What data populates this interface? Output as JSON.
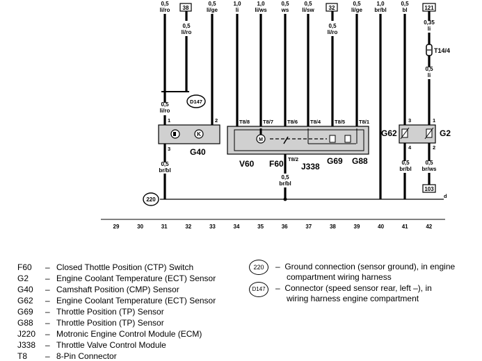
{
  "wires_top": [
    {
      "gauge": "0,5",
      "color": "li/ro"
    },
    {
      "gauge": "0,5",
      "color": "li/ge"
    },
    {
      "gauge": "1,0",
      "color": "li"
    },
    {
      "gauge": "1,0",
      "color": "li/ws"
    },
    {
      "gauge": "0,5",
      "color": "ws"
    },
    {
      "gauge": "0,5",
      "color": "li/sw"
    },
    {
      "gauge": "0,5",
      "color": "li/ge"
    },
    {
      "gauge": "1,0",
      "color": "br/bl"
    },
    {
      "gauge": "0,5",
      "color": "bl"
    }
  ],
  "ref_boxes": {
    "b38": "38",
    "b32": "32",
    "b121": "121",
    "b103": "103"
  },
  "wire_38": {
    "gauge": "0,5",
    "color": "li/ro"
  },
  "wire_32": {
    "gauge": "0,5",
    "color": "li/ro"
  },
  "wire_121": {
    "gauge": "0,35",
    "color": "li"
  },
  "wire_42_mid": {
    "gauge": "0,5",
    "color": "li"
  },
  "connector_t14": "T14/4",
  "wire_31_mid": {
    "gauge": "0,5",
    "color": "li/ro"
  },
  "wire_31_bot": {
    "gauge": "0,5",
    "color": "br/bl"
  },
  "wire_36_bot": {
    "gauge": "0,5",
    "color": "br/bl"
  },
  "wire_41_bot": {
    "gauge": "0,5",
    "color": "br/bl"
  },
  "wire_42_bot": {
    "gauge": "0,5",
    "color": "br/ws"
  },
  "d147_label": "D147",
  "c220_label": "220",
  "bus_label": "d",
  "pins": {
    "g40_1": "1",
    "g40_2": "2",
    "g40_3": "3",
    "t88": "T8/8",
    "t87": "T8/7",
    "t86": "T8/6",
    "t84": "T8/4",
    "t85": "T8/5",
    "t81": "T8/1",
    "t82": "T8/2",
    "g62_3": "3",
    "g62_4": "4",
    "g2_1": "1",
    "g2_2": "2"
  },
  "components": {
    "g40": "G40",
    "v60": "V60",
    "f60": "F60",
    "j338": "J338",
    "g69": "G69",
    "g88": "G88",
    "g62": "G62",
    "g2": "G2"
  },
  "column_numbers": [
    "29",
    "30",
    "31",
    "32",
    "33",
    "34",
    "35",
    "36",
    "37",
    "38",
    "39",
    "40",
    "41",
    "42"
  ],
  "legend_left": [
    {
      "code": "F60",
      "desc": "Closed Thottle Position (CTP) Switch"
    },
    {
      "code": "G2",
      "desc": "Engine Coolant Temperature (ECT) Sensor"
    },
    {
      "code": "G40",
      "desc": "Camshaft Position (CMP) Sensor"
    },
    {
      "code": "G62",
      "desc": "Engine Coolant Temperature (ECT) Sensor"
    },
    {
      "code": "G69",
      "desc": "Throttle Position (TP) Sensor"
    },
    {
      "code": "G88",
      "desc": "Throttle Position (TP) Sensor"
    },
    {
      "code": "J220",
      "desc": "Motronic Engine Control Module (ECM)"
    },
    {
      "code": "J338",
      "desc": "Throttle Valve Control Module"
    },
    {
      "code": "T8",
      "desc": "8-Pin Connector"
    }
  ],
  "legend_right": [
    {
      "symbol": "220",
      "line1": "Ground connection (sensor ground), in engine",
      "line2": "compartment wiring harness"
    },
    {
      "symbol": "D147",
      "line1": "Connector (speed sensor rear, left –), in",
      "line2": "wiring harness engine compartment"
    }
  ]
}
